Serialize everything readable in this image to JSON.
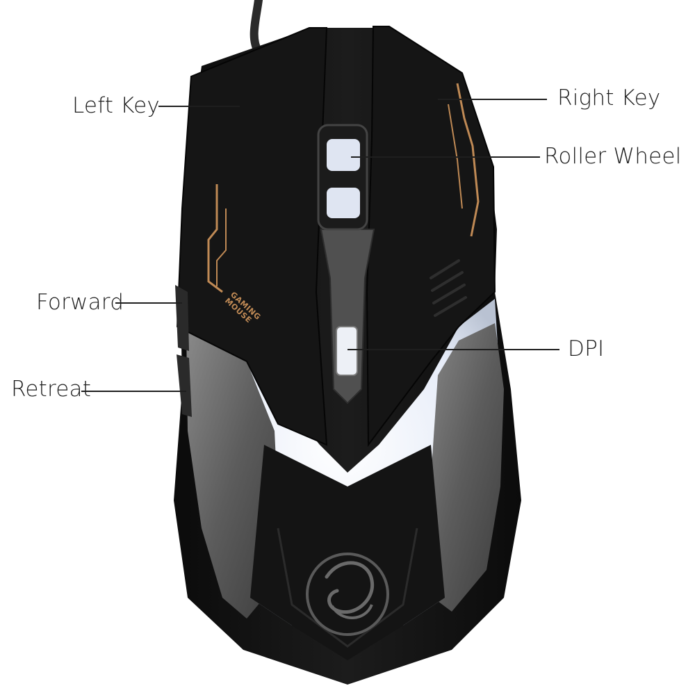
{
  "diagram": {
    "callouts": [
      {
        "id": "left-key",
        "label": "Left Key"
      },
      {
        "id": "right-key",
        "label": "Right Key"
      },
      {
        "id": "roller-wheel",
        "label": "Roller Wheel"
      },
      {
        "id": "forward",
        "label": "Forward"
      },
      {
        "id": "dpi",
        "label": "DPI"
      },
      {
        "id": "retreat",
        "label": "Retreat"
      }
    ]
  },
  "product": {
    "print_line1": "GAMING",
    "print_line2": "MOUSE",
    "emblem": "dragon-emblem-icon"
  },
  "colors": {
    "body": "#121212",
    "metal": "#6a6a6a",
    "accent": "#c08a55",
    "glow": "#eef2fb"
  }
}
